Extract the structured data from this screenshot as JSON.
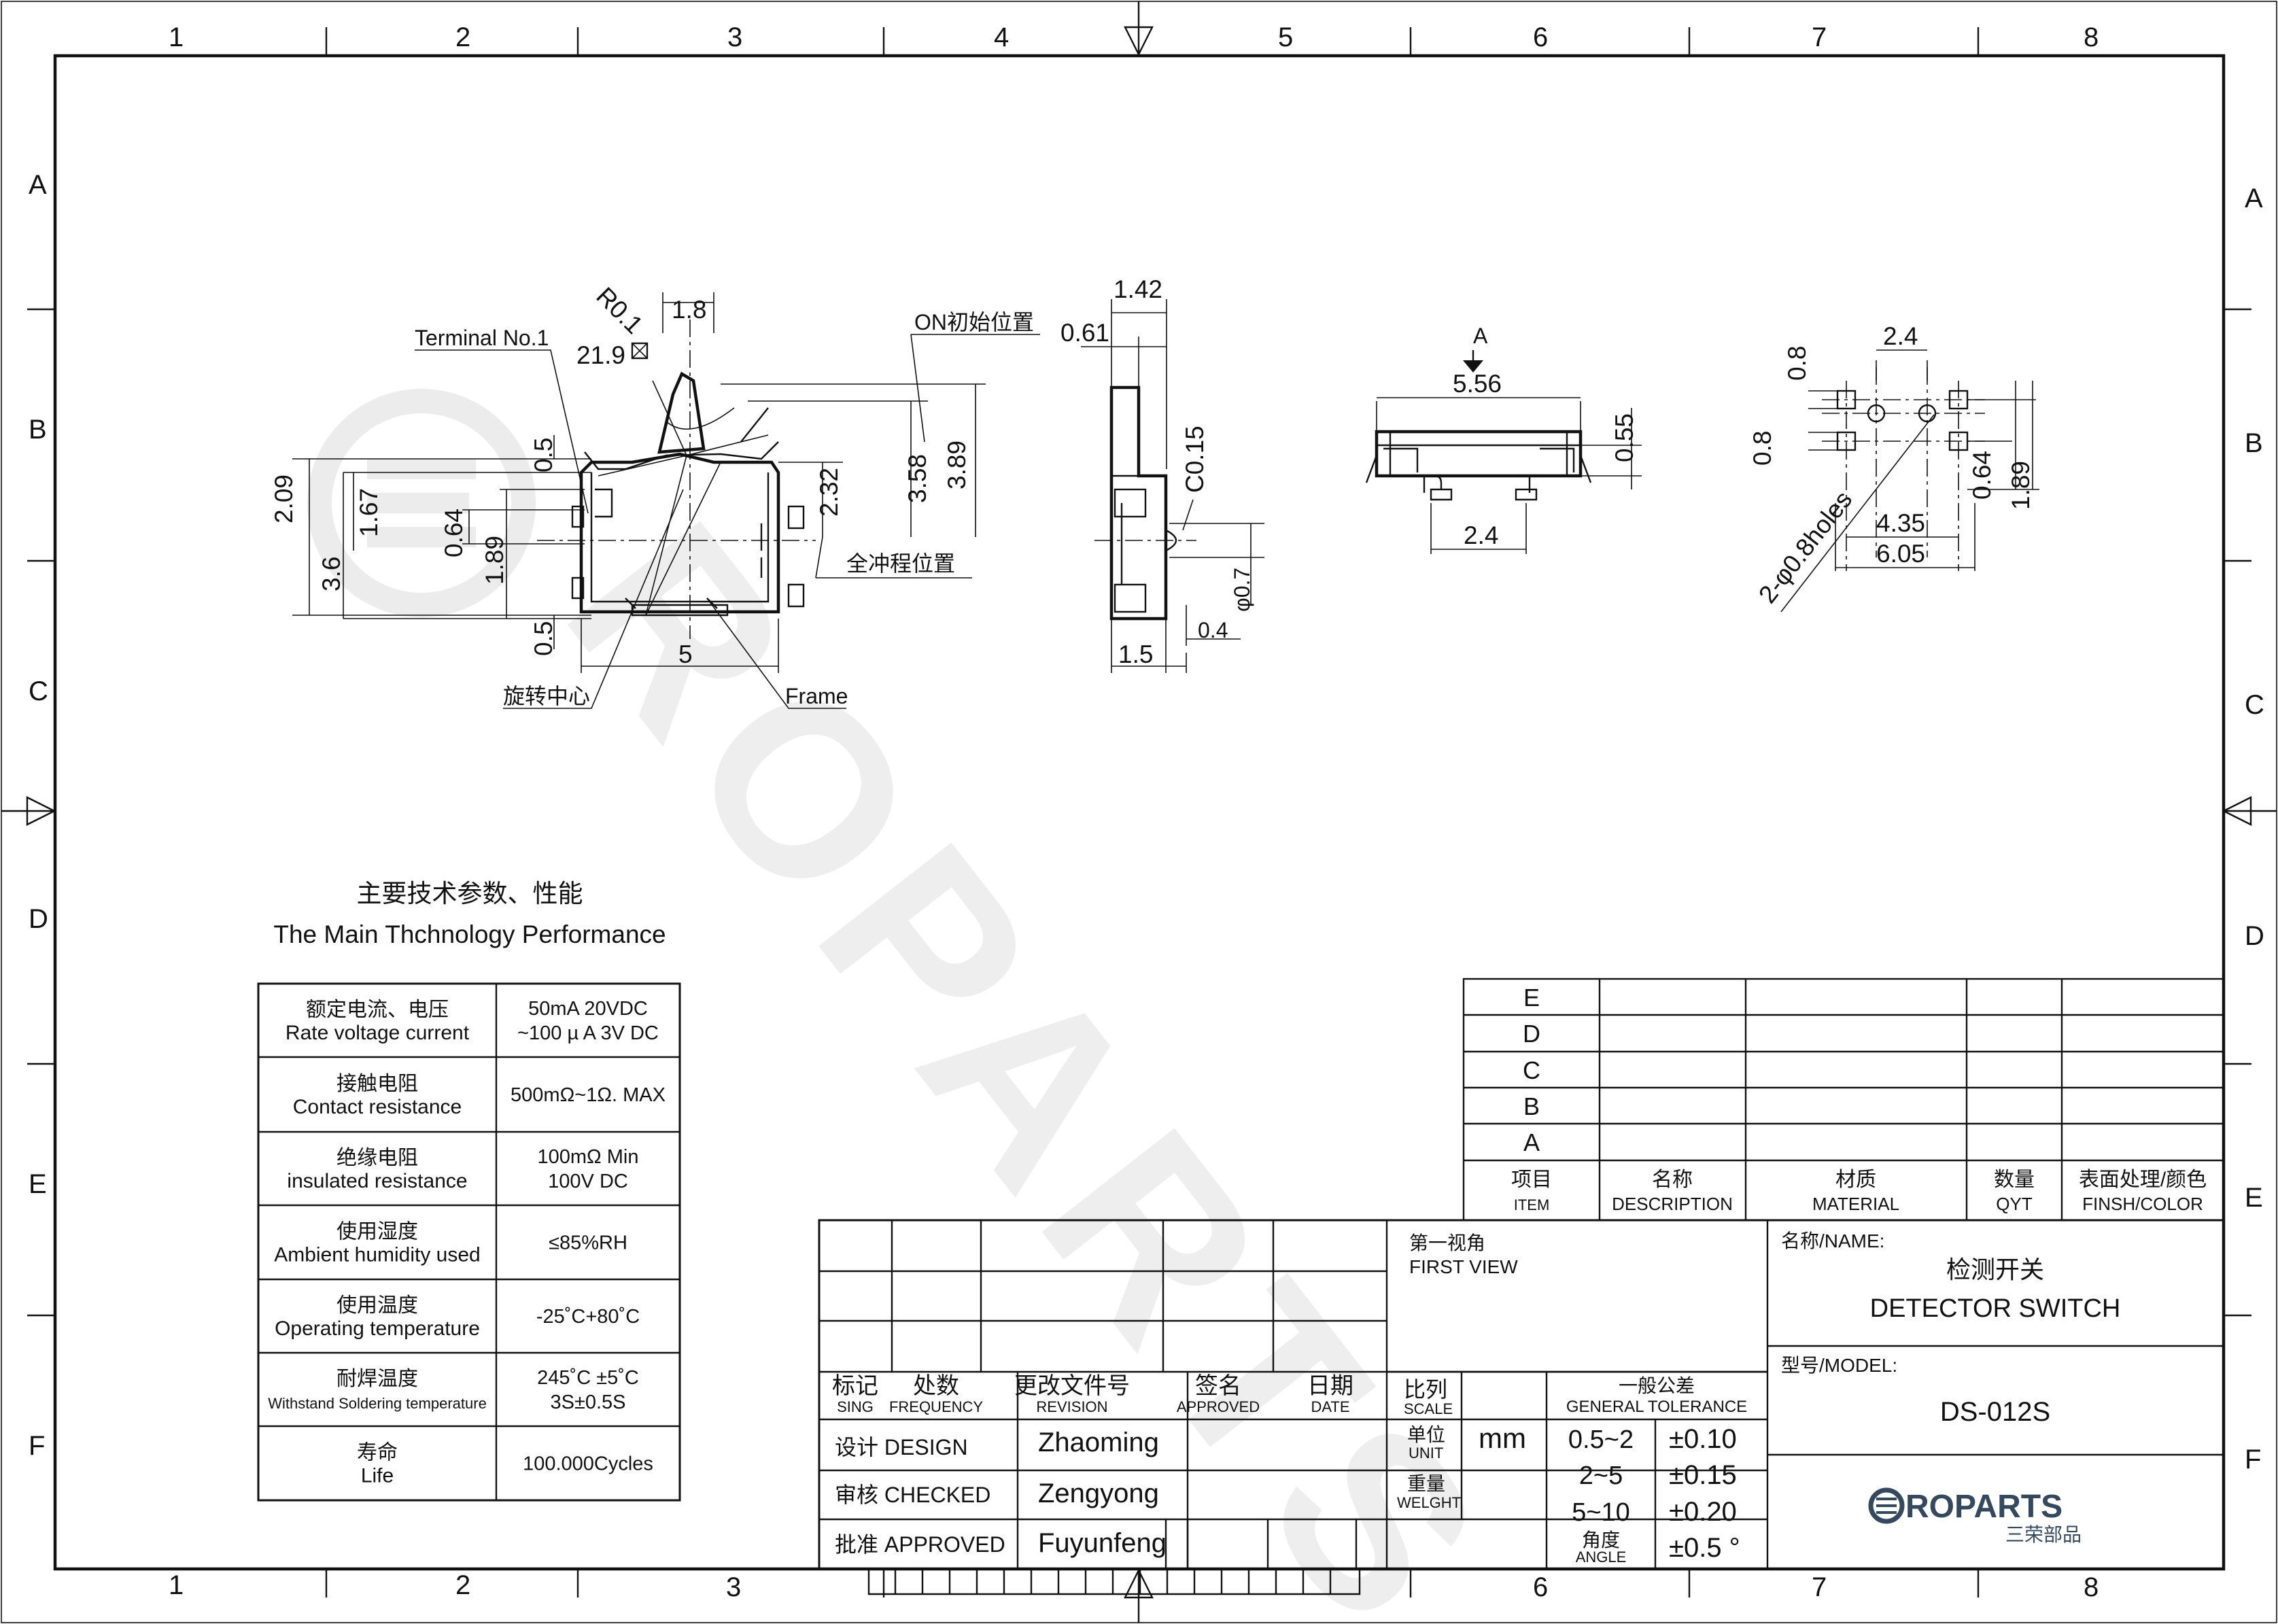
{
  "border": {
    "columns": [
      "1",
      "2",
      "3",
      "4",
      "5",
      "6",
      "7",
      "8"
    ],
    "rows": [
      "A",
      "B",
      "C",
      "D",
      "E",
      "F"
    ]
  },
  "watermark": "ROPARTS",
  "front_view": {
    "dims": {
      "r01": "R0.1",
      "d1_8": "1.8",
      "d21_9": "21.9",
      "d0_5a": "0.5",
      "d0_5b": "0.5",
      "d2_09": "2.09",
      "d1_67": "1.67",
      "d0_64": "0.64",
      "d1_89": "1.89",
      "d3_6": "3.6",
      "d2_32": "2.32",
      "d3_58": "3.58",
      "d3_89": "3.89",
      "d5": "5"
    },
    "labels": {
      "terminal": "Terminal No.1",
      "on_pos": "ON初始位置",
      "full_stroke": "全冲程位置",
      "rot_center": "旋转中心",
      "frame": "Frame"
    }
  },
  "side_view": {
    "dims": {
      "d1_42": "1.42",
      "d0_61": "0.61",
      "c015": "C0.15",
      "phi07": "φ0.7",
      "d0_4": "0.4",
      "d1_5": "1.5"
    }
  },
  "bottom_view": {
    "dims": {
      "a": "A",
      "d5_56": "5.56",
      "d0_55": "0.55",
      "d2_4": "2.4"
    }
  },
  "pcb_view": {
    "dims": {
      "d2_4": "2.4",
      "d0_8a": "0.8",
      "d0_8b": "0.8",
      "holes": "2-φ0.8holes",
      "d0_64": "0.64",
      "d1_89": "1.89",
      "d4_35": "4.35",
      "d6_05": "6.05"
    }
  },
  "performance": {
    "title_cn": "主要技术参数、性能",
    "title_en": "The Main Thchnology Performance",
    "rows": [
      {
        "cn": "额定电流、电压",
        "en": "Rate voltage current",
        "v1": "50mA    20VDC",
        "v2": "~100 µ A 3V DC"
      },
      {
        "cn": "接触电阻",
        "en": "Contact resistance",
        "v1": "500mΩ~1Ω. MAX",
        "v2": ""
      },
      {
        "cn": "绝缘电阻",
        "en": "insulated resistance",
        "v1": "100mΩ  Min",
        "v2": "100V DC"
      },
      {
        "cn": "使用湿度",
        "en": "Ambient humidity used",
        "v1": "≤85%RH",
        "v2": ""
      },
      {
        "cn": "使用温度",
        "en": "Operating temperature",
        "v1": "-25˚C+80˚C",
        "v2": ""
      },
      {
        "cn": "耐焊温度",
        "en": "Withstand Soldering temperature",
        "v1": "245˚C ±5˚C",
        "v2": "3S±0.5S"
      },
      {
        "cn": "寿命",
        "en": "Life",
        "v1": "100.000Cycles",
        "v2": ""
      }
    ]
  },
  "revision_table": {
    "rows": [
      "E",
      "D",
      "C",
      "B",
      "A"
    ],
    "headers": [
      {
        "cn": "项目",
        "en": "ITEM"
      },
      {
        "cn": "名称",
        "en": "DESCRIPTION"
      },
      {
        "cn": "材质",
        "en": "MATERIAL"
      },
      {
        "cn": "数量",
        "en": "QYT"
      },
      {
        "cn": "表面处理/颜色",
        "en": "FINSH/COLOR"
      }
    ]
  },
  "title_block": {
    "header_cols": [
      {
        "cn": "标记",
        "en": "SING"
      },
      {
        "cn": "处数",
        "en": "FREQUENCY"
      },
      {
        "cn": "更改文件号",
        "en": "REVISION"
      },
      {
        "cn": "签名",
        "en": "APPROVED"
      },
      {
        "cn": "日期",
        "en": "DATE"
      }
    ],
    "people": [
      {
        "role": "设计 DESIGN",
        "name": "Zhaoming"
      },
      {
        "role": "审核 CHECKED",
        "name": "Zengyong"
      },
      {
        "role": "批准 APPROVED",
        "name": "Fuyunfeng"
      }
    ],
    "first_view_cn": "第一视角",
    "first_view_en": "FIRST VIEW",
    "scale_cn": "比列",
    "scale_en": "SCALE",
    "unit_cn": "单位",
    "unit_en": "UNIT",
    "unit_value": "mm",
    "weight_cn": "重量",
    "weight_en": "WELGHT",
    "tol_cn": "一般公差",
    "tol_en": "GENERAL TOLERANCE",
    "tolerances": [
      {
        "range": "0.5~2",
        "value": "±0.10"
      },
      {
        "range": "2~5",
        "value": "±0.15"
      },
      {
        "range": "5~10",
        "value": "±0.20"
      }
    ],
    "angle_cn": "角度",
    "angle_en": "ANGLE",
    "angle_value": "±0.5 °",
    "name_label": "名称/NAME:",
    "name_cn": "检测开关",
    "name_en": "DETECTOR  SWITCH",
    "model_label": "型号/MODEL:",
    "model_value": "DS-012S",
    "logo_text": "ROPARTS",
    "logo_sub": "三荣部品"
  }
}
